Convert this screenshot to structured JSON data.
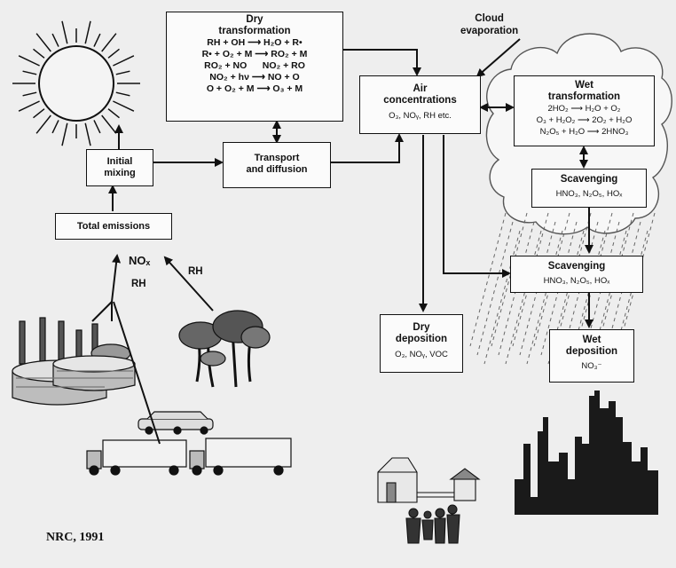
{
  "dry_transformation": {
    "title": "Dry\ntransformation",
    "reactions": [
      "RH + OH ⟶ H₂O + R•",
      "R• + O₂ + M ⟶ RO₂ + M",
      "RO₂ + NO      NO₂ + RO",
      "NO₂ + hν ⟶ NO + O",
      "O + O₂ + M ⟶ O₃ + M"
    ]
  },
  "air_concentrations": {
    "title": "Air\nconcentrations",
    "species": "O₃, NOᵧ, RH etc."
  },
  "cloud_evaporation": "Cloud\nevaporation",
  "wet_transformation": {
    "title": "Wet\ntransformation",
    "reactions": [
      "2HO₂ ⟶ H₂O + O₂",
      "O₃ + H₂O₂ ⟶ 2O₂ + H₂O",
      "N₂O₅ + H₂O ⟶ 2HNO₃"
    ]
  },
  "initial_mixing": "Initial\nmixing",
  "transport": "Transport\nand diffusion",
  "scavenging_cloud": {
    "title": "Scavenging",
    "species": "HNO₃, N₂O₅, HOₓ"
  },
  "scavenging_rain": {
    "title": "Scavenging",
    "species": "HNO₃, N₂O₅, HOₓ"
  },
  "total_emissions": "Total emissions",
  "emission_labels": {
    "nox": "NOₓ",
    "rh_left": "RH",
    "rh_right": "RH"
  },
  "dry_deposition": {
    "title": "Dry\ndeposition",
    "species": "O₃, NOᵧ, VOC"
  },
  "wet_deposition": {
    "title": "Wet\ndeposition",
    "species": "NO₃⁻"
  },
  "citation": "NRC, 1991"
}
